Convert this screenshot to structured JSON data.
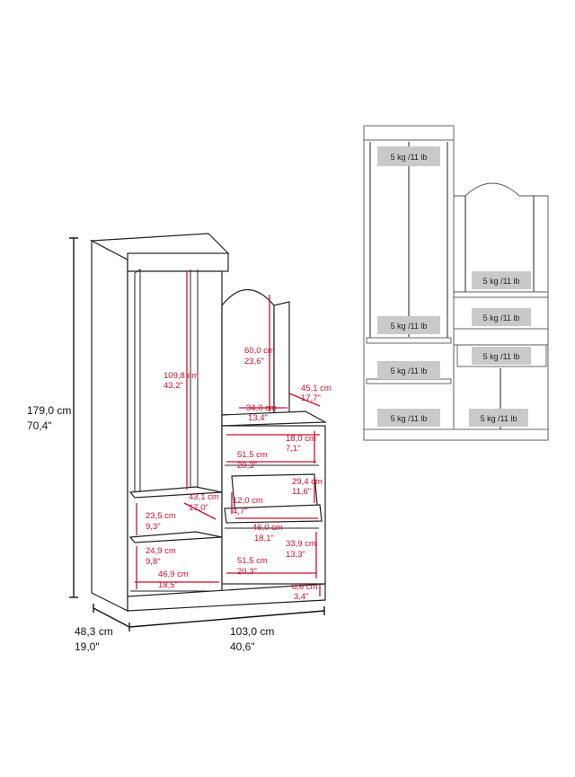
{
  "overall": {
    "height_cm": "179,0 cm",
    "height_in": "70,4\"",
    "depth_cm": "48,3 cm",
    "depth_in": "19,0\"",
    "width_cm": "103,0 cm",
    "width_in": "40,6\""
  },
  "labels": {
    "tall_space": {
      "cm": "109,8 cm",
      "in": "43,2\""
    },
    "mirror_h": {
      "cm": "60,0 cm",
      "in": "23,6\""
    },
    "mirror_w": {
      "cm": "34,0 cm",
      "in": "13,4\""
    },
    "side_depth": {
      "cm": "45,1 cm",
      "in": "17,7\""
    },
    "top_shelf_h": {
      "cm": "18,0 cm",
      "in": "7,1\""
    },
    "top_shelf_w": {
      "cm": "51,5 cm",
      "in": "20,3\""
    },
    "drawer_h2": {
      "cm": "29,4 cm",
      "in": "11,6\""
    },
    "drawer_h": {
      "cm": "12,0 cm",
      "in": "4,7\""
    },
    "drawer_w": {
      "cm": "46,0 cm",
      "in": "18,1\""
    },
    "mid_space_h": {
      "cm": "43,1 cm",
      "in": "17,0\""
    },
    "shelf1_h": {
      "cm": "23,5 cm",
      "in": "9,3\""
    },
    "shelf2_h": {
      "cm": "24,9 cm",
      "in": "9,8\""
    },
    "left_w": {
      "cm": "46,9 cm",
      "in": "18,5\""
    },
    "bottom_h": {
      "cm": "33,9 cm",
      "in": "13,3\""
    },
    "bottom_w": {
      "cm": "51,5 cm",
      "in": "20,3\""
    },
    "base_h": {
      "cm": "8,6 cm",
      "in": "3,4\""
    }
  },
  "load_labels": {
    "top": "5 kg /11 lb",
    "mirror_shelf": "5 kg /11 lb",
    "left_shelf1": "5 kg /11 lb",
    "right_shelf": "5 kg /11 lb",
    "left_shelf2": "5 kg /11 lb",
    "drawer": "5 kg /11 lb",
    "left_bottom": "5 kg /11 lb",
    "right_bottom": "5 kg /11 lb"
  }
}
